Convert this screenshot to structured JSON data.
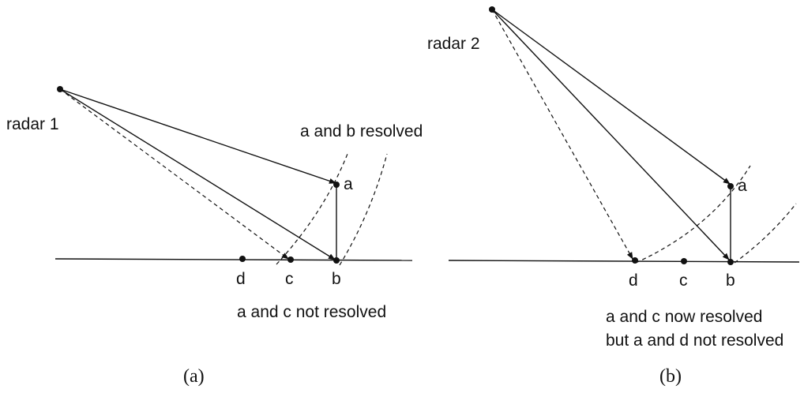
{
  "panel_a": {
    "radar_label": "radar 1",
    "resolved_label": "a and b resolved",
    "not_resolved_label": "a and c not resolved",
    "points": {
      "a": "a",
      "b": "b",
      "c": "c",
      "d": "d"
    },
    "caption": "(a)"
  },
  "panel_b": {
    "radar_label": "radar 2",
    "note_line1": "a and c now resolved",
    "note_line2": "but a and d not resolved",
    "points": {
      "a": "a",
      "b": "b",
      "c": "c",
      "d": "d"
    },
    "caption": "(b)"
  }
}
